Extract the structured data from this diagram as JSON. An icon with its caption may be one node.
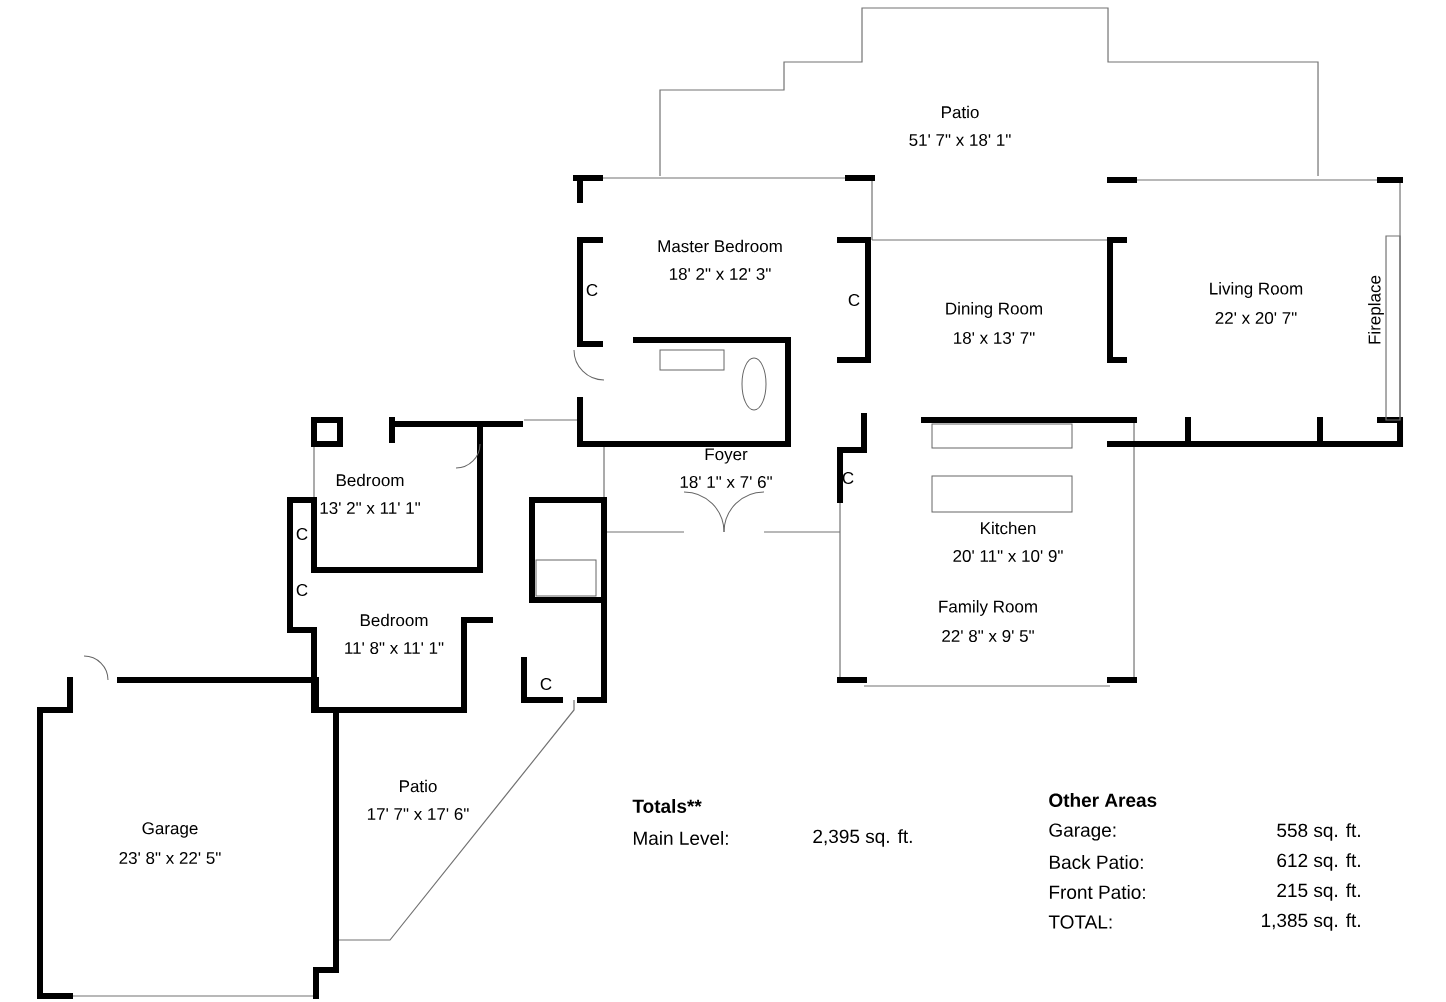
{
  "diagram": {
    "labels": [
      "Patio",
      "51' 7\" x 18' 1\"",
      "Master Bedroom",
      "18' 2\" x 12' 3\"",
      "C",
      "C",
      "Dining Room",
      "18' x 13' 7\"",
      "Living Room",
      "22' x 20' 7\"",
      "Fireplace",
      "Foyer",
      "Bedroom",
      "18' 1\" x 7' 6\"",
      "C",
      "13' 2\" x 11' 1\"",
      "C",
      "Kitchen",
      "20' 11\" x 10' 9\"",
      "C",
      "Family Room",
      "Bedroom",
      "22' 8\" x 9' 5\"",
      "11' 8\" x 11' 1\"",
      "C",
      "Patio",
      "17' 7\" x 17' 6\"",
      "Garage",
      "23' 8\" x 22' 5\"",
      "Totals**",
      "Main Level:",
      "2,395 sq. ft.",
      "Other Areas",
      "Garage:",
      "558 sq. ft.",
      "Back Patio:",
      "612 sq. ft.",
      "Front Patio:",
      "215 sq. ft.",
      "TOTAL:",
      "1,385 sq. ft."
    ]
  }
}
